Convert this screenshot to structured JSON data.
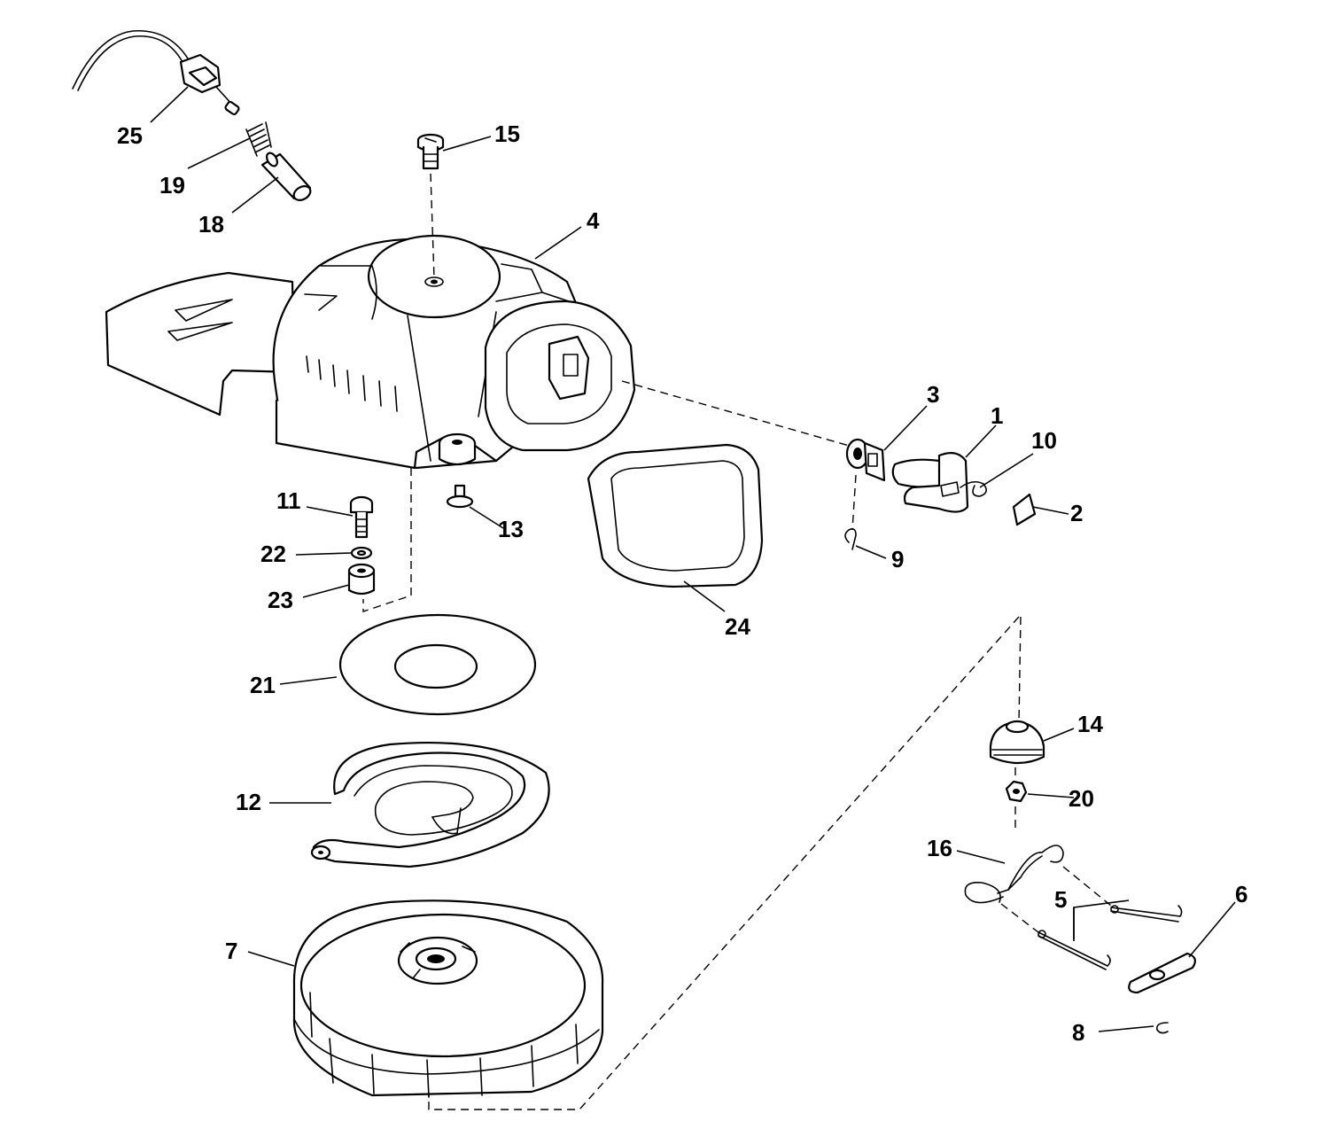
{
  "diagram": {
    "callouts": {
      "c1": "1",
      "c2": "2",
      "c3": "3",
      "c4": "4",
      "c5": "5",
      "c6": "6",
      "c7": "7",
      "c8": "8",
      "c9": "9",
      "c10": "10",
      "c11": "11",
      "c12": "12",
      "c13": "13",
      "c14": "14",
      "c15": "15",
      "c16": "16",
      "c18": "18",
      "c19": "19",
      "c20": "20",
      "c21": "21",
      "c22": "22",
      "c23": "23",
      "c24": "24",
      "c25": "25"
    }
  }
}
